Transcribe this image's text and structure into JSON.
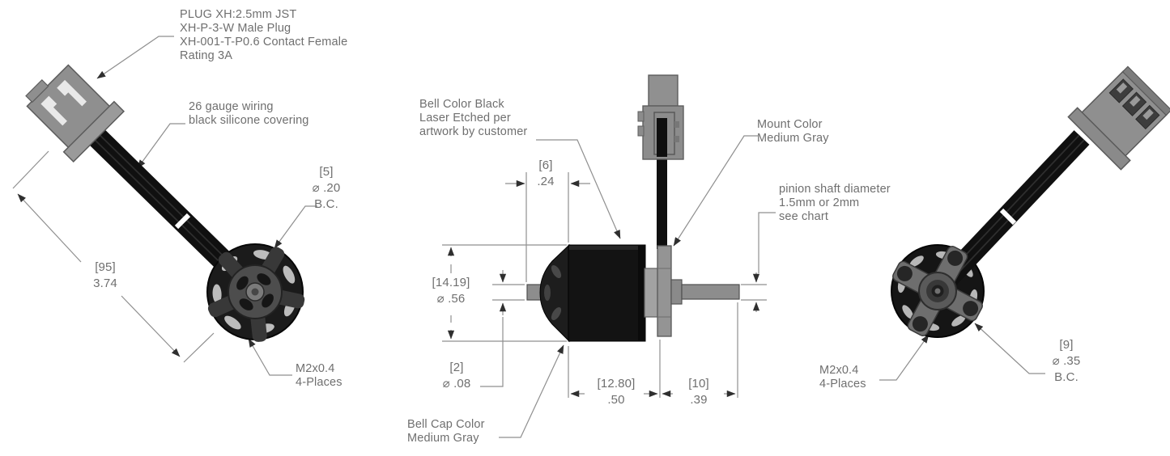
{
  "callouts": {
    "plug_spec": "PLUG XH:2.5mm JST\nXH-P-3-W Male Plug\nXH-001-T-P0.6 Contact Female\nRating 3A",
    "wiring": "26 gauge wiring\nblack silicone covering",
    "bell_color": "Bell Color Black\nLaser Etched per\nartwork by customer",
    "mount_color": "Mount Color\nMedium Gray",
    "pinion_shaft": "pinion shaft diameter\n1.5mm or 2mm\nsee chart",
    "bell_cap_color": "Bell Cap Color\nMedium Gray",
    "front_screws": "M2x0.4\n4-Places",
    "rear_screws": "M2x0.4\n4-Places"
  },
  "dimensions": {
    "front_bolt_circle": "[5]\n⌀ .20\nB.C.",
    "wire_length": "[95]\n3.74",
    "shaft_protrusion": "[6]\n.24",
    "bell_diameter": "[14.19]\n⌀ .56",
    "front_shaft_diameter": "[2]\n⌀ .08",
    "bell_length": "[12.80]\n.50",
    "rear_shaft_length": "[10]\n.39",
    "rear_bolt_circle": "[9]\n⌀ .35\nB.C."
  },
  "colors": {
    "line": "#8f8f8f",
    "text": "#6f6f6f",
    "arrow": "#2f2f2f",
    "wire_black": "#101010",
    "bell_black": "#141414",
    "plug_gray": "#8f8f8f",
    "mount_gray": "#949494",
    "shaft_gray": "#8d8d8d"
  }
}
